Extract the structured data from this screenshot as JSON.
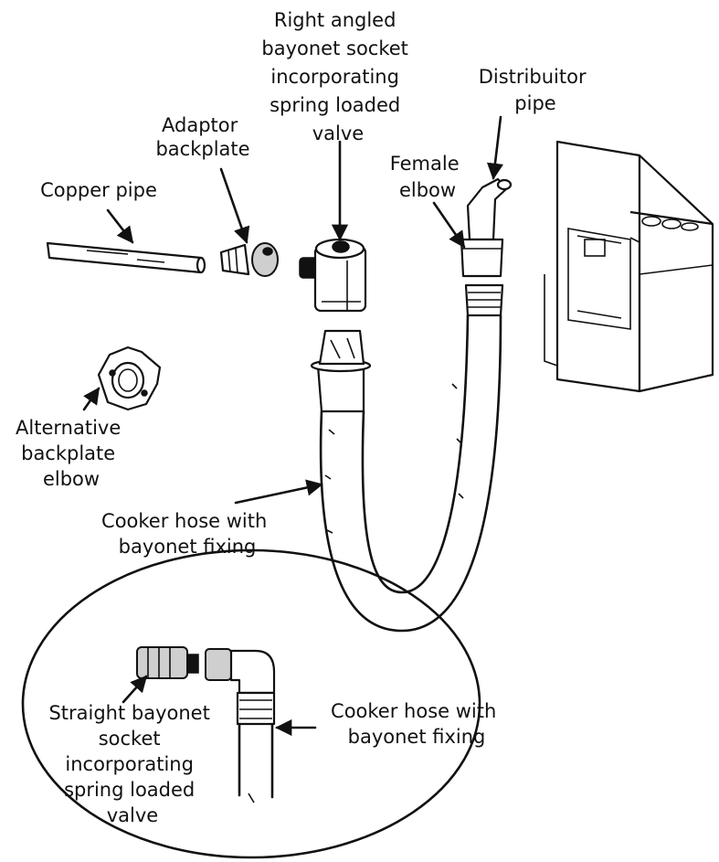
{
  "labels": {
    "right_angled_socket": [
      "Right angled",
      "bayonet socket",
      "incorporating",
      "spring loaded",
      "valve"
    ],
    "distributor_pipe": [
      "Distribuitor",
      "pipe"
    ],
    "adaptor_backplate": [
      "Adaptor",
      "backplate"
    ],
    "female_elbow": [
      "Female",
      "elbow"
    ],
    "copper_pipe": [
      "Copper pipe"
    ],
    "alternative_backplate_elbow": [
      "Alternative",
      "backplate",
      "elbow"
    ],
    "cooker_hose_main": [
      "Cooker hose with",
      "bayonet fixing"
    ],
    "straight_bayonet_socket": [
      "Straight bayonet",
      "socket",
      "incorporating",
      "spring loaded",
      "valve"
    ],
    "cooker_hose_inset": [
      "Cooker hose with",
      "bayonet fixing"
    ]
  }
}
